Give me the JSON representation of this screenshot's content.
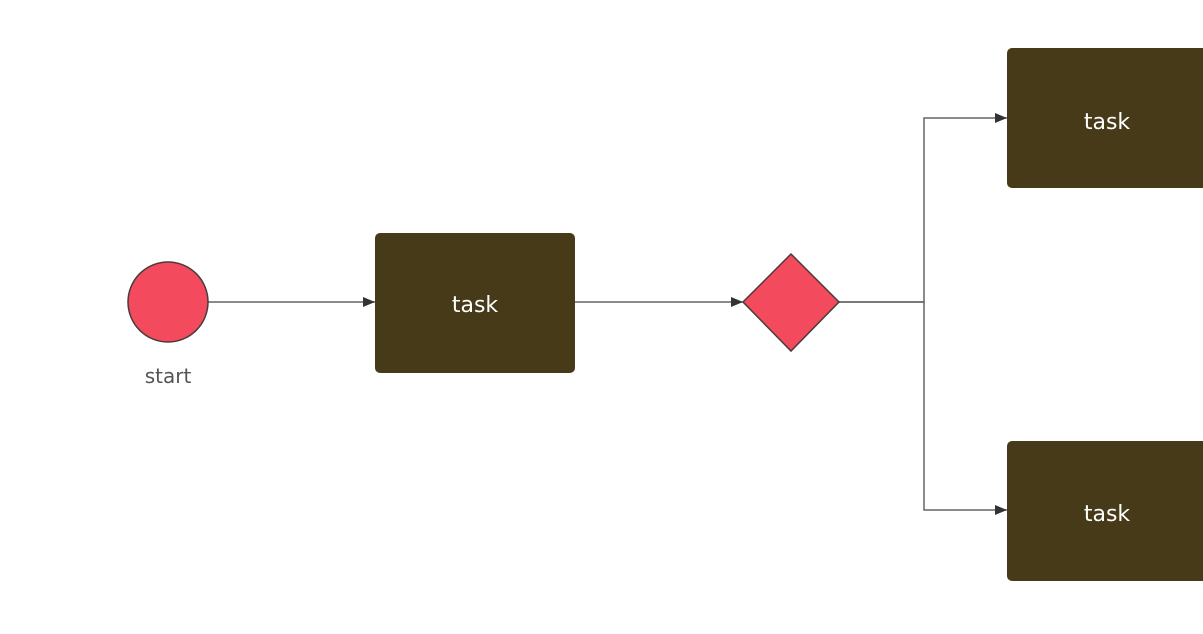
{
  "diagram": {
    "colors": {
      "background": "#ffffff",
      "event_fill": "#f44a5e",
      "gateway_fill": "#f44a5e",
      "shape_stroke": "#4a3b3b",
      "task_fill": "#463a18",
      "task_text": "#ffffff",
      "connector": "#666666",
      "arrowhead": "#333333",
      "label_text": "#555555"
    },
    "nodes": {
      "start_event": {
        "type": "start-event",
        "label": "start"
      },
      "task_main": {
        "type": "task",
        "label": "task"
      },
      "gateway": {
        "type": "exclusive-gateway",
        "label": ""
      },
      "task_top": {
        "type": "task",
        "label": "task"
      },
      "task_bottom": {
        "type": "task",
        "label": "task"
      }
    },
    "edges": [
      {
        "from": "start_event",
        "to": "task_main"
      },
      {
        "from": "task_main",
        "to": "gateway"
      },
      {
        "from": "gateway",
        "to": "task_top"
      },
      {
        "from": "gateway",
        "to": "task_bottom"
      }
    ]
  }
}
